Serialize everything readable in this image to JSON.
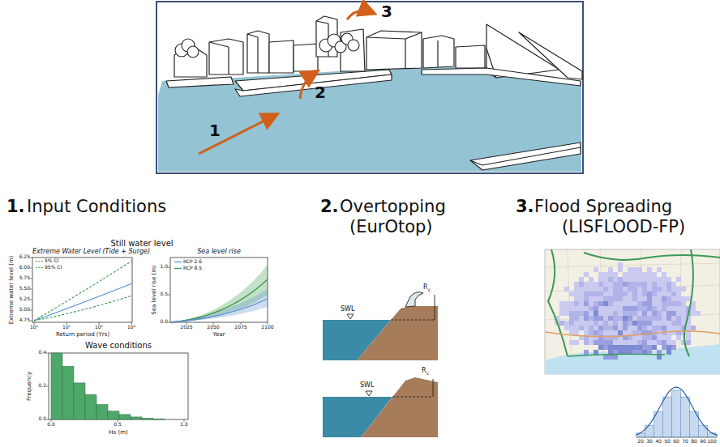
{
  "diagram": {
    "labels": [
      "1",
      "2",
      "3",
      "1.",
      "Input Conditions",
      "Still water level",
      "Extreme Water Level (Tide + Surge)",
      "Extreme water level (m)",
      "4.75",
      "5.00",
      "5.25",
      "5.50",
      "5.75",
      "6.00",
      "6.25",
      "10⁰",
      "10¹",
      "10²",
      "10³",
      "Return period (Yrs)",
      "Sea level rise",
      "Sea level rise (m)",
      "0.0",
      "0.5",
      "1.0",
      "2025",
      "2050",
      "2075",
      "2100",
      "Year",
      "Wave conditions",
      "Frequency",
      "0.0",
      "0.2",
      "0.4",
      "0.0",
      "0.5",
      "1.0",
      "Hs (m)",
      "2.",
      "Overtopping",
      "(EurOtop)",
      "SWL",
      "R",
      "c",
      "SWL",
      "R",
      "c",
      "3.",
      "Flood Spreading",
      "(LISFLOOD-FP)",
      "20",
      "30",
      "40",
      "50",
      "60",
      "70",
      "80",
      "90",
      "100"
    ],
    "legend": [
      {
        "text": "5% CI"
      },
      {
        "text": "95% CI"
      },
      {
        "text": "RCP 2.6"
      },
      {
        "text": "RCP 8.5"
      }
    ]
  }
}
